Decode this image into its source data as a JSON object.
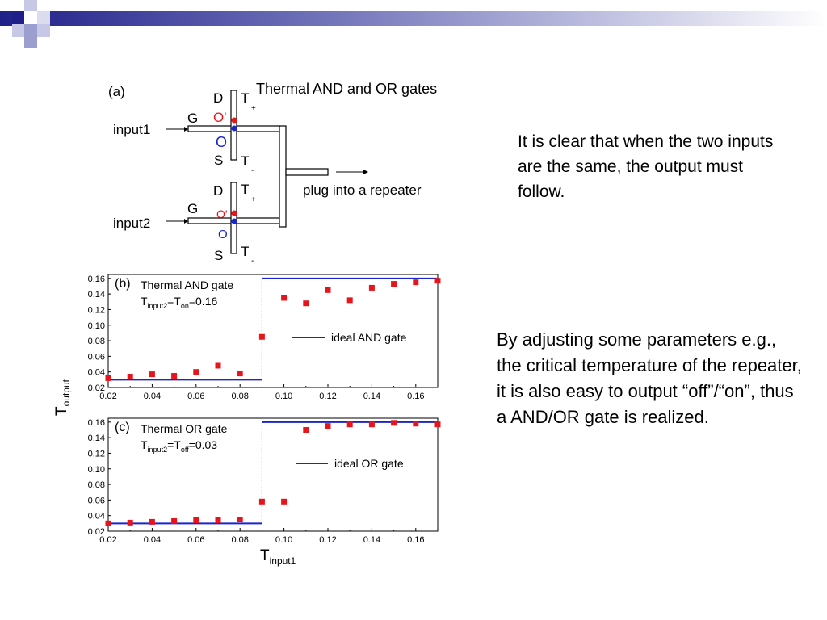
{
  "slide": {
    "paragraph_1": "It is clear that when the two inputs are the same, the output must follow.",
    "paragraph_2": "By adjusting some parameters e.g., the critical temperature of the repeater, it is also easy to output “off”/“on”, thus a AND/OR gate is realized."
  },
  "diagram": {
    "panel_label": "(a)",
    "title": "Thermal AND and OR gates",
    "output_label": "plug into a repeater",
    "gate1": {
      "input": "input1",
      "G": "G",
      "D": "D",
      "S": "S",
      "O_prime": "O'",
      "O": "O",
      "T": "T",
      "plus": "+",
      "minus": "-"
    },
    "gate2": {
      "input": "input2",
      "G": "G",
      "D": "D",
      "S": "S",
      "O_prime": "O'",
      "O": "O",
      "T": "T",
      "plus": "+",
      "minus": "-"
    },
    "colors": {
      "red": "#e8141c",
      "blue": "#1a25d0"
    }
  },
  "chart_data": [
    {
      "type": "scatter",
      "panel_label": "(b)",
      "annotation": "Thermal AND gate",
      "condition": {
        "T": "T",
        "sub1": "input2",
        "eq": "=T",
        "sub2": "on",
        "value": "=0.16"
      },
      "legend": "ideal AND gate",
      "xlim": [
        0.02,
        0.17
      ],
      "ylim": [
        0.02,
        0.165
      ],
      "xticks": [
        "0.02",
        "0.04",
        "0.06",
        "0.08",
        "0.10",
        "0.12",
        "0.14",
        "0.16"
      ],
      "yticks": [
        "0.02",
        "0.04",
        "0.06",
        "0.08",
        "0.10",
        "0.12",
        "0.14",
        "0.16"
      ],
      "points": {
        "x": [
          0.02,
          0.03,
          0.04,
          0.05,
          0.06,
          0.07,
          0.08,
          0.09,
          0.1,
          0.11,
          0.12,
          0.13,
          0.14,
          0.15,
          0.16,
          0.17
        ],
        "y": [
          0.032,
          0.034,
          0.037,
          0.035,
          0.04,
          0.048,
          0.038,
          0.085,
          0.135,
          0.128,
          0.145,
          0.132,
          0.148,
          0.153,
          0.155,
          0.157
        ]
      },
      "ideal": {
        "x": [
          0.02,
          0.09,
          0.09,
          0.17
        ],
        "y": [
          0.03,
          0.03,
          0.16,
          0.16
        ]
      }
    },
    {
      "type": "scatter",
      "panel_label": "(c)",
      "annotation": "Thermal OR gate",
      "condition": {
        "T": "T",
        "sub1": "input2",
        "eq": "=T",
        "sub2": "off",
        "value": "=0.03"
      },
      "legend": "ideal OR gate",
      "xlim": [
        0.02,
        0.17
      ],
      "ylim": [
        0.02,
        0.165
      ],
      "xticks": [
        "0.02",
        "0.04",
        "0.06",
        "0.08",
        "0.10",
        "0.12",
        "0.14",
        "0.16"
      ],
      "yticks": [
        "0.02",
        "0.04",
        "0.06",
        "0.08",
        "0.10",
        "0.12",
        "0.14",
        "0.16"
      ],
      "points": {
        "x": [
          0.02,
          0.03,
          0.04,
          0.05,
          0.06,
          0.07,
          0.08,
          0.09,
          0.1,
          0.11,
          0.12,
          0.13,
          0.14,
          0.15,
          0.16,
          0.17
        ],
        "y": [
          0.03,
          0.031,
          0.032,
          0.033,
          0.034,
          0.034,
          0.035,
          0.058,
          0.058,
          0.15,
          0.155,
          0.157,
          0.157,
          0.159,
          0.158,
          0.157
        ]
      },
      "ideal": {
        "x": [
          0.02,
          0.09,
          0.09,
          0.17
        ],
        "y": [
          0.03,
          0.03,
          0.16,
          0.16
        ]
      }
    }
  ],
  "axes": {
    "ylabel": {
      "main": "T",
      "sub": "output"
    },
    "xlabel": {
      "main": "T",
      "sub": "input1"
    }
  },
  "colors": {
    "marker": "#e8141c",
    "ideal_line": "#1a25d0"
  }
}
